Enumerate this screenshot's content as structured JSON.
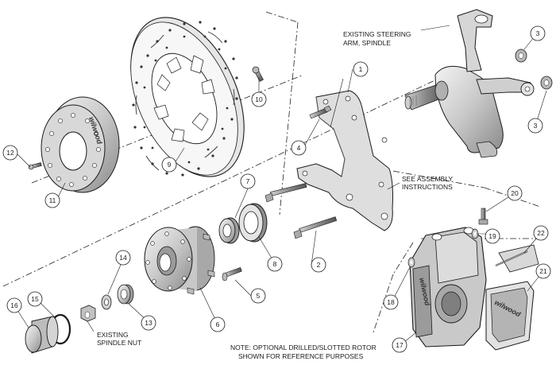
{
  "notes": {
    "steering": [
      "EXISTING STEERING",
      "ARM, SPINDLE"
    ],
    "assembly": [
      "SEE ASSEMBLY",
      "INSTRUCTIONS"
    ],
    "spindle_nut": [
      "EXISTING",
      "SPINDLE NUT"
    ],
    "rotor_note": [
      "NOTE: OPTIONAL DRILLED/SLOTTED ROTOR",
      "SHOWN FOR REFERENCE PURPOSES"
    ]
  },
  "brand_marks": {
    "hat": "wilwood",
    "caliper": "wilwood",
    "pad": "wilwood"
  },
  "callouts": [
    "1",
    "2",
    "3",
    "3",
    "4",
    "5",
    "6",
    "7",
    "8",
    "9",
    "10",
    "11",
    "12",
    "13",
    "14",
    "15",
    "16",
    "17",
    "18",
    "19",
    "20",
    "21",
    "22"
  ],
  "colors": {
    "line": "#1a1a1a",
    "fill_light": "#e4e4e4",
    "fill_mid": "#bdbdbd",
    "fill_dark": "#7a7a7a"
  }
}
